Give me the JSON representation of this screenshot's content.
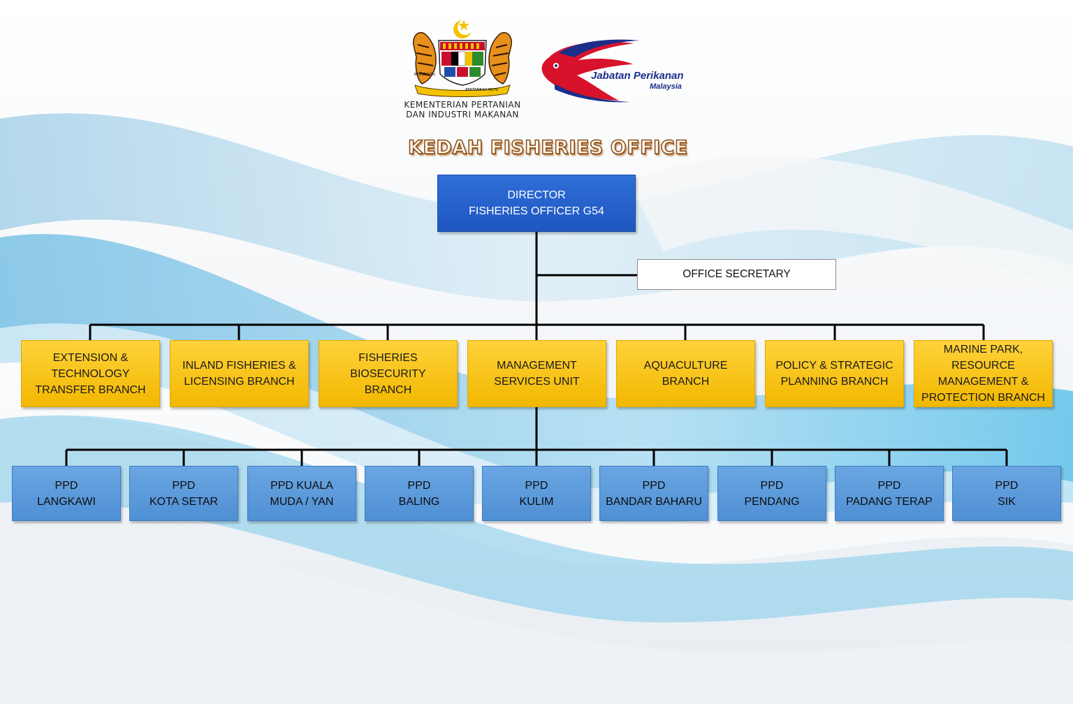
{
  "header": {
    "ministry_caption": "KEMENTERIAN PERTANIAN\nDAN INDUSTRI MAKANAN",
    "crest_scroll_left": "BERSEKUTU",
    "crest_scroll_right": "BERTAMBAH MUTU",
    "dept_logo_name": "Jabatan Perikanan",
    "dept_logo_country": "Malaysia",
    "page_title": "KEDAH FISHERIES OFFICE"
  },
  "colors": {
    "director": "#2563d0",
    "branch": "#ffc90e",
    "ppd": "#5b9bd5",
    "connector": "#000000"
  },
  "director": {
    "label": "DIRECTOR\nFISHERIES OFFICER G54"
  },
  "secretary": {
    "label": "OFFICE SECRETARY"
  },
  "branches": [
    {
      "label": "EXTENSION &\nTECHNOLOGY\nTRANSFER BRANCH"
    },
    {
      "label": "INLAND FISHERIES &\nLICENSING BRANCH"
    },
    {
      "label": "FISHERIES BIOSECURITY\nBRANCH"
    },
    {
      "label": "MANAGEMENT\nSERVICES UNIT"
    },
    {
      "label": "AQUACULTURE\nBRANCH"
    },
    {
      "label": "POLICY & STRATEGIC\nPLANNING BRANCH"
    },
    {
      "label": "MARINE PARK,\nRESOURCE\nMANAGEMENT &\nPROTECTION BRANCH"
    }
  ],
  "ppd_offices": [
    {
      "label": "PPD\nLANGKAWI"
    },
    {
      "label": "PPD\nKOTA SETAR"
    },
    {
      "label": "PPD KUALA\nMUDA / YAN"
    },
    {
      "label": "PPD\nBALING"
    },
    {
      "label": "PPD\nKULIM"
    },
    {
      "label": "PPD\nBANDAR BAHARU"
    },
    {
      "label": "PPD\nPENDANG"
    },
    {
      "label": "PPD\nPADANG TERAP"
    },
    {
      "label": "PPD\nSIK"
    }
  ]
}
